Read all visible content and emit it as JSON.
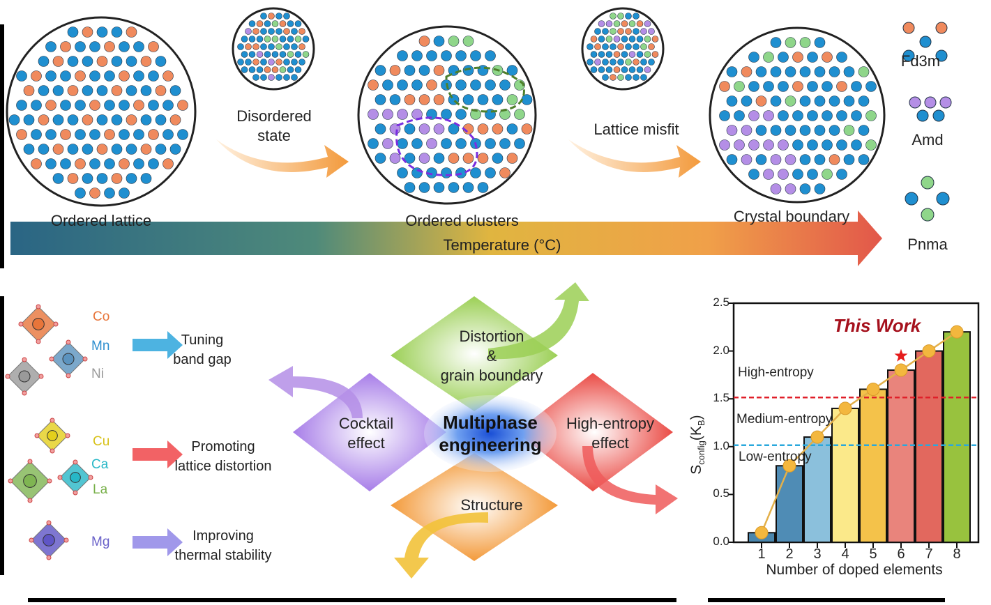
{
  "top_panel": {
    "stages": {
      "ordered_lattice": "Ordered lattice",
      "disordered_state": "Disordered state",
      "ordered_clusters": "Ordered clusters",
      "lattice_misfit": "Lattice misfit",
      "crystal_boundary": "Crystal boundary"
    },
    "temperature_axis": "Temperature (°C)",
    "phase_legend": [
      "Fd3m",
      "Amd",
      "Pnma"
    ],
    "colors": {
      "blue_atom": "#1f8fd0",
      "orange_atom": "#f08a5d",
      "purple_atom": "#b48ee6",
      "green_atom": "#8fd68a"
    }
  },
  "left_panel": {
    "groups": [
      {
        "elements": [
          "Co",
          "Mn",
          "Ni"
        ],
        "element_colors": [
          "#e8753a",
          "#2f8fcf",
          "#9a9a9a"
        ],
        "effect": [
          "Tuning",
          "band gap"
        ],
        "arrow_color": "#2ea6dc"
      },
      {
        "elements": [
          "Cu",
          "Ca",
          "La"
        ],
        "element_colors": [
          "#d8c21a",
          "#27b7c7",
          "#78b04a"
        ],
        "effect": [
          "Promoting",
          "lattice distortion"
        ],
        "arrow_color": "#f0474a"
      },
      {
        "elements": [
          "Mg"
        ],
        "element_colors": [
          "#6a62c9"
        ],
        "effect": [
          "Improving",
          "thermal stability"
        ],
        "arrow_color": "#8f86e6"
      }
    ]
  },
  "center_panel": {
    "core": [
      "Multiphase",
      "engineering"
    ],
    "petals": {
      "top": [
        "Distortion",
        "&",
        "grain boundary"
      ],
      "left": [
        "Cocktail",
        "effect"
      ],
      "right": [
        "High-entropy",
        "effect"
      ],
      "bottom": [
        "Structure"
      ]
    }
  },
  "chart_data": {
    "type": "bar",
    "categories": [
      "1",
      "2",
      "3",
      "4",
      "5",
      "6",
      "7",
      "8"
    ],
    "values": [
      0.1,
      0.8,
      1.1,
      1.4,
      1.6,
      1.8,
      2.0,
      2.2
    ],
    "line_overlay": [
      0.1,
      0.8,
      1.1,
      1.4,
      1.6,
      1.8,
      2.0,
      2.2
    ],
    "bar_colors": [
      "#4a86ad",
      "#4f8cb5",
      "#8bc0dc",
      "#fbe98a",
      "#f4c24a",
      "#e9847c",
      "#e2685e",
      "#98c23e"
    ],
    "xlabel": "Number of doped elements",
    "ylabel_main": "S",
    "ylabel_sub": "config",
    "ylabel_unit": "(K",
    "ylabel_unit_sub": "B",
    "ylabel_close": ")",
    "ylim": [
      0,
      2.5
    ],
    "yticks": [
      "0.0",
      "0.5",
      "1.0",
      "1.5",
      "2.0",
      "2.5"
    ],
    "thresholds": [
      {
        "value": 1.5,
        "color": "#e0202a"
      },
      {
        "value": 1.0,
        "color": "#2aa8dc"
      }
    ],
    "region_labels": [
      "High-entropy",
      "Medium-entropy",
      "Low-entropy"
    ],
    "annotation": "This Work",
    "highlight_category": "6"
  }
}
